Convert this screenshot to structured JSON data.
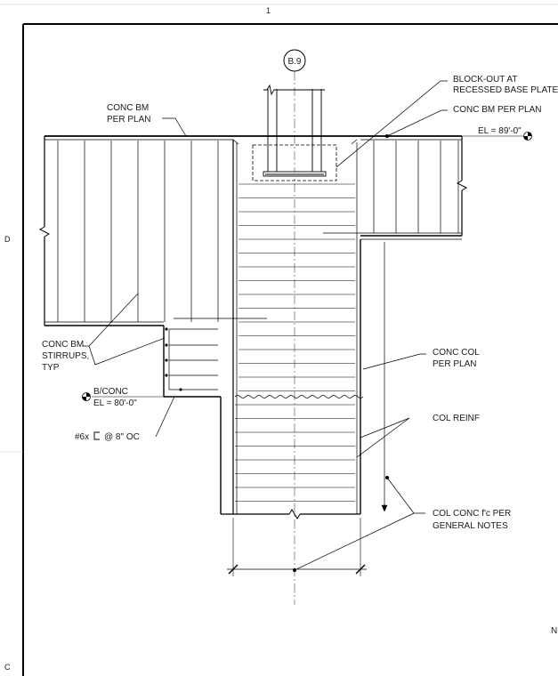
{
  "sheet": {
    "grid_col_number": "1",
    "grid_row_d": "D",
    "grid_row_c": "C",
    "corner_mark": "N"
  },
  "column_bubble": "B.9",
  "labels": {
    "blockout_line1": "BLOCK-OUT AT",
    "blockout_line2": "RECESSED BASE PLATE",
    "conc_bm_left_line1": "CONC BM",
    "conc_bm_left_line2": "PER PLAN",
    "conc_bm_right": "CONC BM PER PLAN",
    "el_top": "EL = 89'-0\"",
    "stirrups_line1": "CONC BM",
    "stirrups_line2": "STIRRUPS,",
    "stirrups_line3": "TYP",
    "bconc_line1": "B/CONC",
    "bconc_line2": "EL = 80'-0\"",
    "bar_callout_pre": "#6x",
    "bar_callout_post": "@ 8\" OC",
    "conc_col_line1": "CONC COL",
    "conc_col_line2": "PER PLAN",
    "col_reinf": "COL REINF",
    "col_conc_line1": "COL CONC f'c PER",
    "col_conc_line2": "GENERAL NOTES"
  }
}
